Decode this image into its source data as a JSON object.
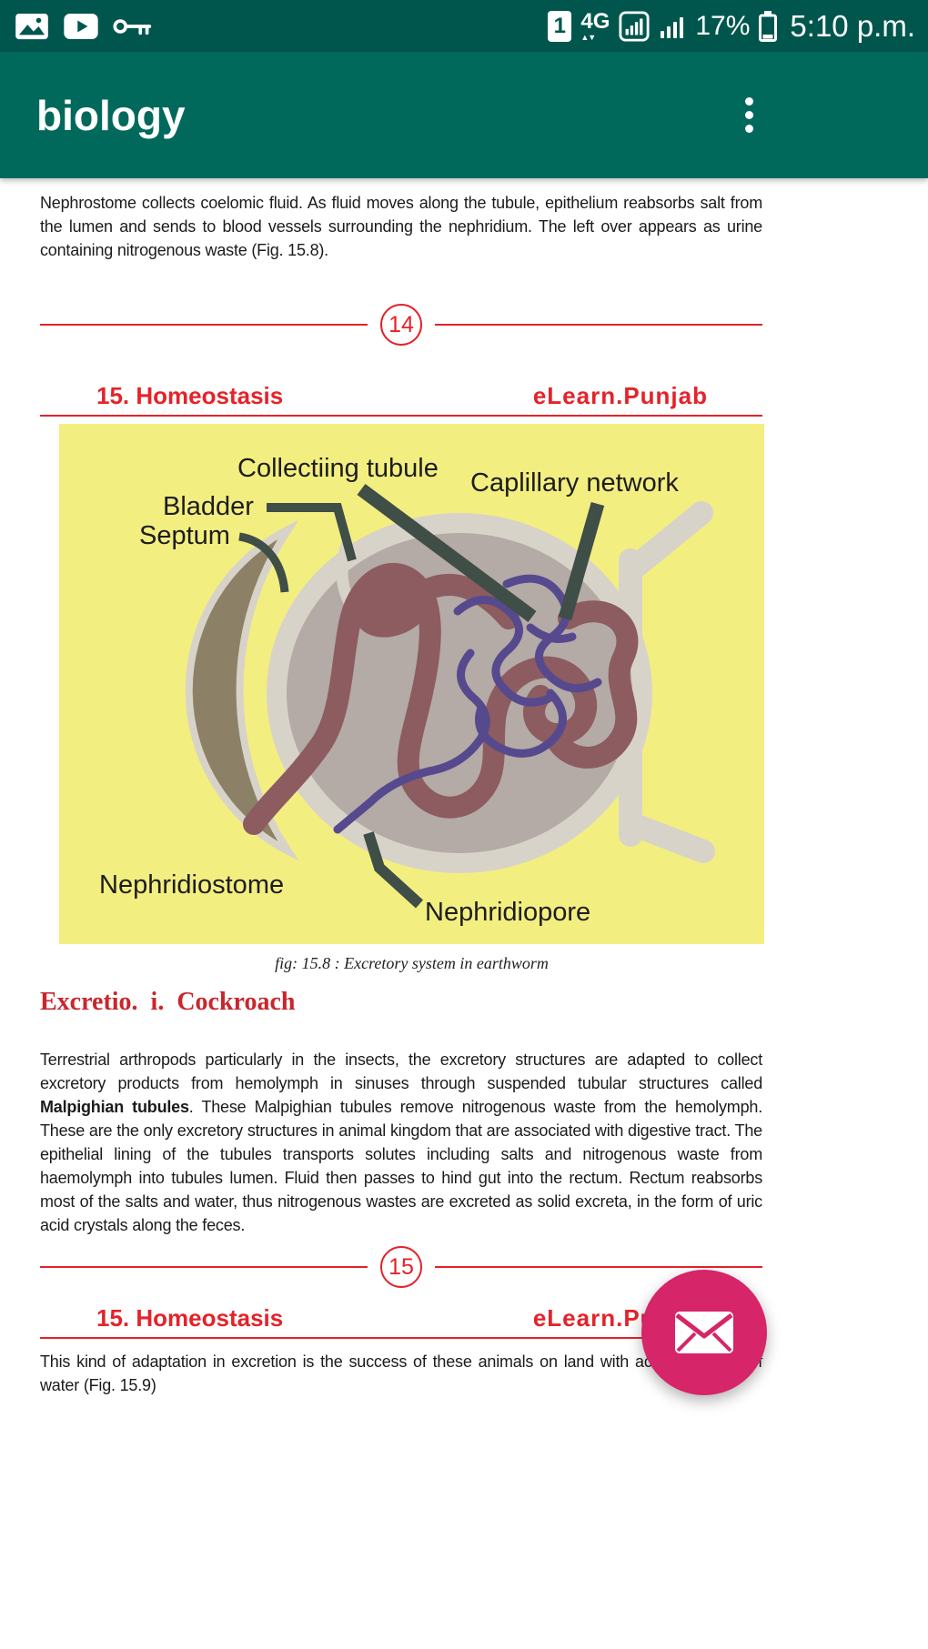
{
  "status_bar": {
    "icons_left": [
      "image-icon",
      "play-icon",
      "key-icon"
    ],
    "icons_right": [
      "sim1-badge",
      "4g-data-icon",
      "signal-boxed-icon",
      "signal-icon",
      "battery-icon"
    ],
    "sim_badge": "1",
    "network_type": "4G",
    "battery_percent": "17%",
    "time": "5:10 p.m."
  },
  "app_bar": {
    "title": "biology"
  },
  "doc": {
    "para1": "Nephrostome collects coelomic fluid. As fluid moves along the tubule, epithelium reabsorbs salt from the lumen and sends to blood vessels surrounding the nephridium. The left over appears as urine containing nitrogenous waste (Fig. 15.8).",
    "page_break_14": "14",
    "header1": {
      "chapter": "15. Homeostasis",
      "brand": "eLearn.Punjab"
    },
    "figure": {
      "labels": {
        "collecting_tubule": "Collectiing tubule",
        "capillary_network": "Caplillary network",
        "bladder": "Bladder",
        "septum": "Septum",
        "nephridiostome": "Nephridiostome",
        "nephridiopore": "Nephridiopore"
      },
      "caption": "fig: 15.8 : Excretory system in earthworm"
    },
    "heading_cockroach": "Excretio.  i.  Cockroach",
    "para2_before": "Terrestrial arthropods particularly in the insects, the excretory structures are adapted to collect excretory products from hemolymph in sinuses through suspended tubular structures called ",
    "para2_bold": "Malpighian tubules",
    "para2_after": ". These Malpighian tubules remove nitrogenous waste from the hemolymph. These are the only excretory structures in animal kingdom that are associated with digestive tract. The epithelial lining of the tubules transports solutes including salts and nitrogenous waste from haemolymph into tubules lumen. Fluid then passes to hind gut into the rectum. Rectum reabsorbs most of the salts and water, thus nitrogenous wastes are excreted as solid excreta, in the form of uric acid crystals along the feces.",
    "page_break_15": "15",
    "header2": {
      "chapter": "15. Homeostasis",
      "brand": "eLearn.Punjab"
    },
    "para3": "This kind of adaptation in excretion is the success of these animals on land with acute shortage of water (Fig. 15.9)"
  },
  "colors": {
    "status_bar_bg": "#00564d",
    "app_bar_bg": "#00695c",
    "accent_red": "#e4232a",
    "heading_red": "#c9262c",
    "figure_bg": "#f3ee80",
    "fab_bg": "#d62568"
  }
}
